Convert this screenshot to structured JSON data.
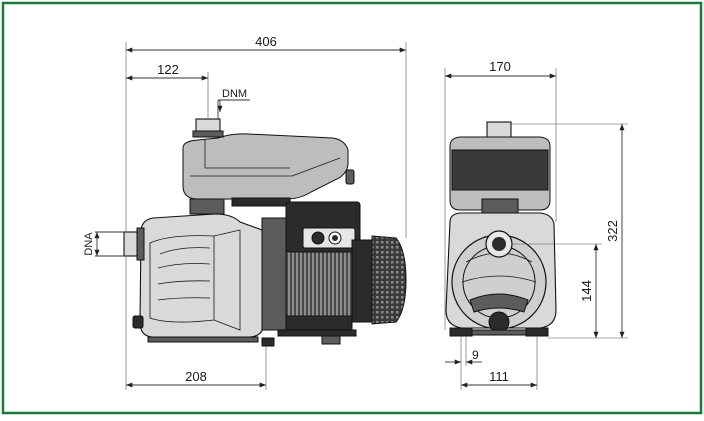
{
  "drawing": {
    "frame_color": "#1a7a3e",
    "side_view": {
      "overall_length": "406",
      "outlet_offset": "122",
      "delivery_port": "DNM",
      "suction_port": "DNA",
      "base_length": "208"
    },
    "front_view": {
      "overall_width": "170",
      "overall_height": "322",
      "axis_height": "144",
      "foot_hole": "9",
      "foot_spacing": "111"
    }
  }
}
